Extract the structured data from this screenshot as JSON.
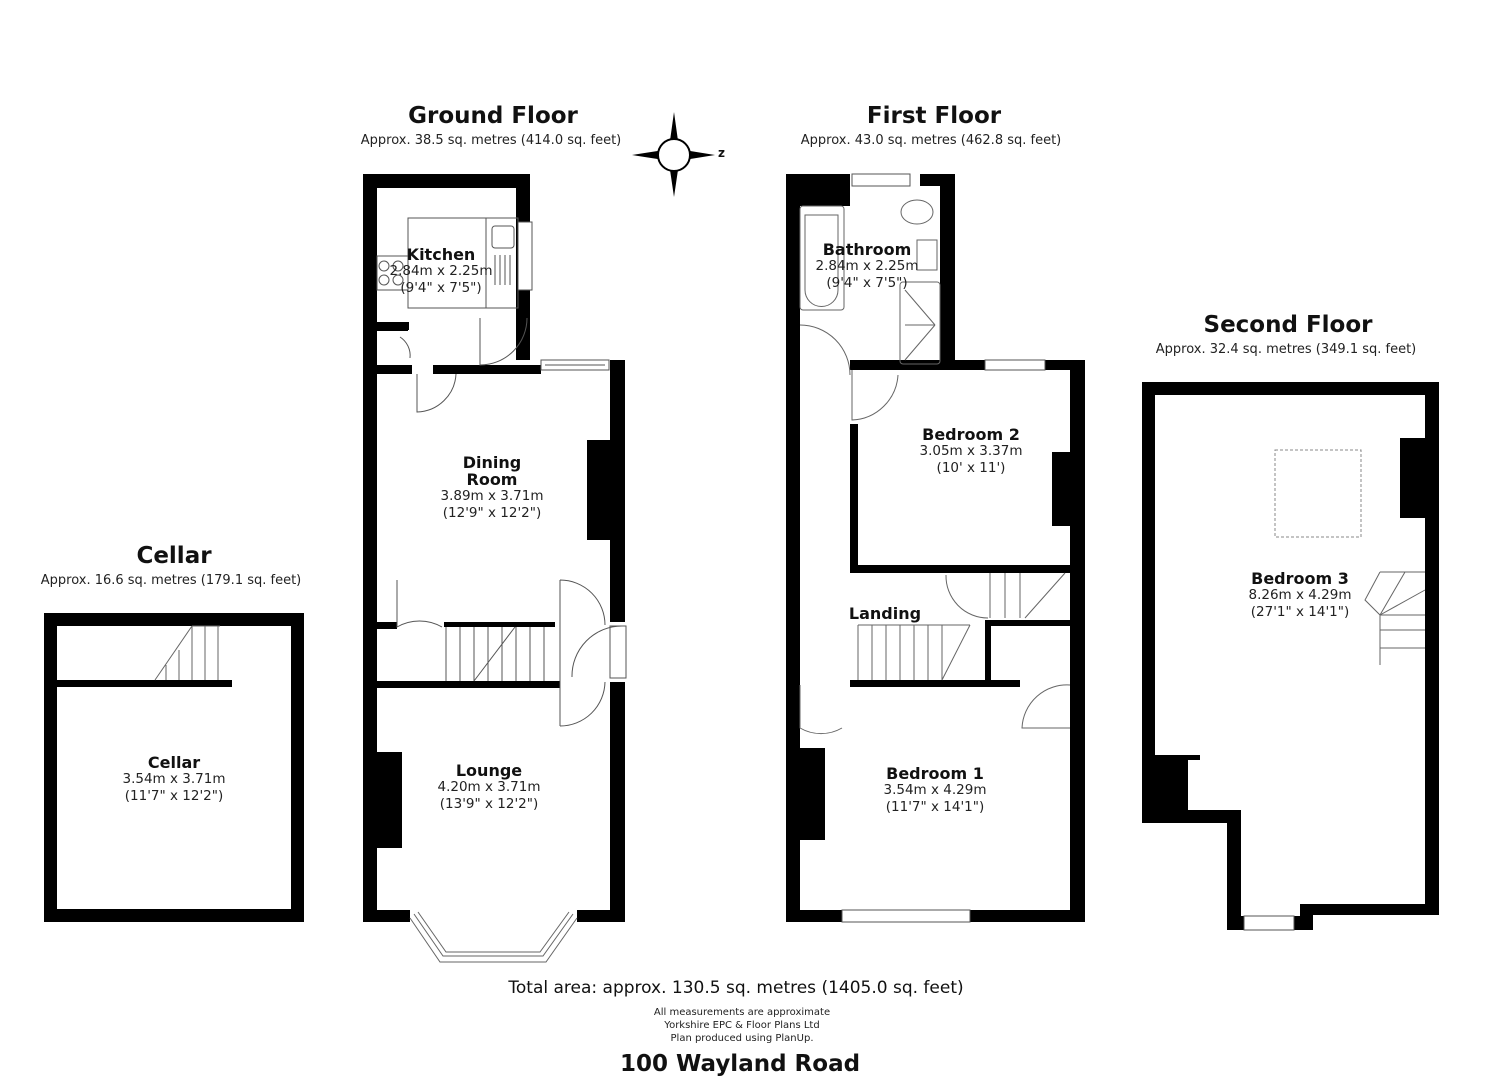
{
  "floors": {
    "ground": {
      "title": "Ground Floor",
      "area": "Approx. 38.5 sq. metres (414.0 sq. feet)",
      "rooms": [
        {
          "name": "Kitchen",
          "metric": "2.84m x 2.25m",
          "imperial": "(9'4\" x 7'5\")"
        },
        {
          "name": "Dining Room",
          "metric": "3.89m x 3.71m",
          "imperial": "(12'9\" x 12'2\")"
        },
        {
          "name": "Lounge",
          "metric": "4.20m x 3.71m",
          "imperial": "(13'9\" x 12'2\")"
        }
      ]
    },
    "first": {
      "title": "First Floor",
      "area": "Approx. 43.0 sq. metres (462.8 sq. feet)",
      "rooms": [
        {
          "name": "Bathroom",
          "metric": "2.84m x 2.25m",
          "imperial": "(9'4\" x 7'5\")"
        },
        {
          "name": "Bedroom 2",
          "metric": "3.05m x 3.37m",
          "imperial": "(10' x 11')"
        },
        {
          "name": "Landing"
        },
        {
          "name": "Bedroom 1",
          "metric": "3.54m x 4.29m",
          "imperial": "(11'7\" x 14'1\")"
        }
      ]
    },
    "second": {
      "title": "Second Floor",
      "area": "Approx. 32.4 sq. metres (349.1 sq. feet)",
      "rooms": [
        {
          "name": "Bedroom 3",
          "metric": "8.26m x 4.29m",
          "imperial": "(27'1\" x 14'1\")"
        }
      ]
    },
    "cellar": {
      "title": "Cellar",
      "area": "Approx. 16.6 sq. metres (179.1 sq. feet)",
      "rooms": [
        {
          "name": "Cellar",
          "metric": "3.54m x 3.71m",
          "imperial": "(11'7\" x 12'2\")"
        }
      ]
    }
  },
  "compass": {
    "label": "z",
    "icon": "compass-rose-icon"
  },
  "footer": {
    "total": "Total area: approx. 130.5 sq. metres (1405.0 sq. feet)",
    "notes": [
      "All measurements are approximate",
      "Yorkshire EPC & Floor Plans  Ltd",
      "Plan produced using PlanUp."
    ],
    "address": "100 Wayland Road"
  },
  "colors": {
    "wall": "#000000",
    "line": "#555555",
    "background": "#ffffff"
  }
}
